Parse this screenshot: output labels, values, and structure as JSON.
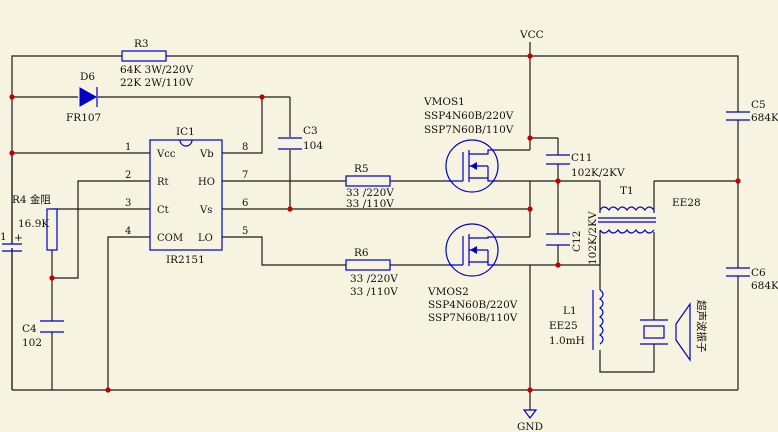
{
  "rails": {
    "vcc": "VCC",
    "gnd": "GND"
  },
  "ic": {
    "ref": "IC1",
    "part": "IR2151",
    "pins_left": [
      {
        "num": "1",
        "name": "Vcc"
      },
      {
        "num": "2",
        "name": "Rt"
      },
      {
        "num": "3",
        "name": "Ct"
      },
      {
        "num": "4",
        "name": "COM"
      }
    ],
    "pins_right": [
      {
        "num": "8",
        "name": "Vb"
      },
      {
        "num": "7",
        "name": "HO"
      },
      {
        "num": "6",
        "name": "Vs"
      },
      {
        "num": "5",
        "name": "LO"
      }
    ]
  },
  "r3": {
    "ref": "R3",
    "line1": "64K 3W/220V",
    "line2": "22K 2W/110V"
  },
  "d6": {
    "ref": "D6",
    "part": "FR107"
  },
  "c3": {
    "ref": "C3",
    "value": "104"
  },
  "r4": {
    "ref": "R4 金阻",
    "value": "16.9K"
  },
  "c4": {
    "ref": "C4",
    "value": "102"
  },
  "c1": {
    "ref": "1",
    "plus": "+"
  },
  "r5": {
    "ref": "R5",
    "line1": "33 /220V",
    "line2": "33 /110V"
  },
  "r6": {
    "ref": "R6",
    "line1": "33 /220V",
    "line2": "33 /110V"
  },
  "vmos1": {
    "ref": "VMOS1",
    "line1": "SSP4N60B/220V",
    "line2": "SSP7N60B/110V"
  },
  "vmos2": {
    "ref": "VMOS2",
    "line1": "SSP4N60B/220V",
    "line2": "SSP7N60B/110V"
  },
  "c11": {
    "ref": "C11",
    "value": "102K/2KV"
  },
  "c12": {
    "ref": "C12",
    "value": "102K/2KV"
  },
  "t1": {
    "ref": "T1",
    "core": "EE28"
  },
  "l1": {
    "ref": "L1",
    "core": "EE25",
    "value": "1.0mH"
  },
  "transducer": {
    "label": "超声波振子"
  },
  "c5": {
    "ref": "C5",
    "value": "684K"
  },
  "c6": {
    "ref": "C6",
    "value": "684K"
  }
}
